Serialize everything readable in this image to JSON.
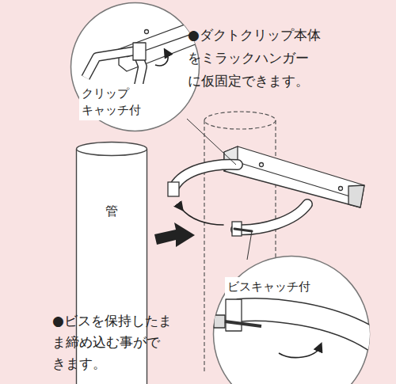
{
  "diagram": {
    "nodes": [
      {
        "text": [
          "クリップ キャッチ付"
        ]
      },
      {
        "text": [
          "管"
        ]
      },
      {
        "text": [
          "ビスキャッチ付"
        ]
      }
    ],
    "labels": [
      "●ダクトクリップ本体 をミラックハンガー に仮固定できます。",
      "●ビスを保持したま ま締め込む事がで きます。"
    ]
  }
}
